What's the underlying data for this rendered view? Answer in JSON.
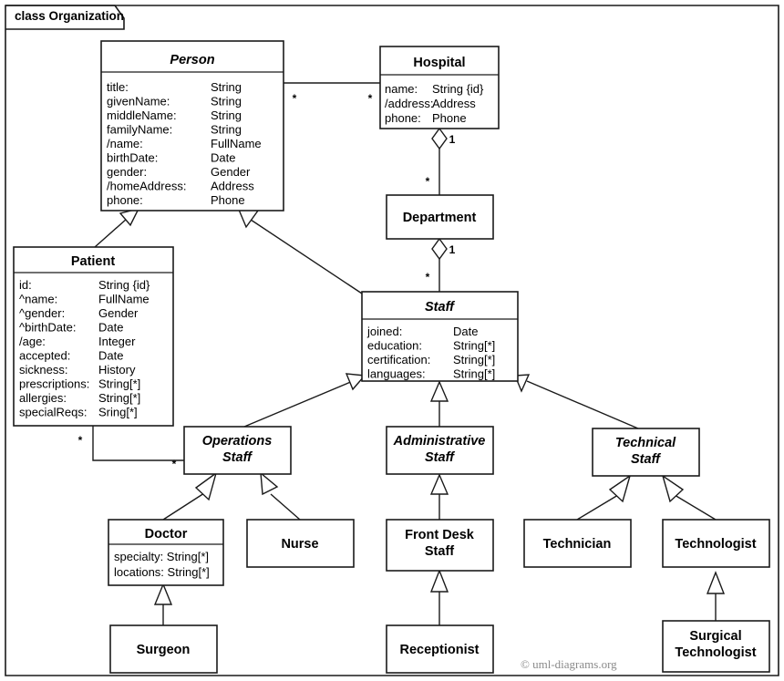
{
  "frame": {
    "label": "class Organization",
    "credit": "© uml-diagrams.org"
  },
  "classes": {
    "person": {
      "name": "Person",
      "abstract": true,
      "attributes": [
        {
          "name": "title:",
          "type": "String"
        },
        {
          "name": "givenName:",
          "type": "String"
        },
        {
          "name": "middleName:",
          "type": "String"
        },
        {
          "name": "familyName:",
          "type": "String"
        },
        {
          "name": "/name:",
          "type": "FullName"
        },
        {
          "name": "birthDate:",
          "type": "Date"
        },
        {
          "name": "gender:",
          "type": "Gender"
        },
        {
          "name": "/homeAddress:",
          "type": "Address"
        },
        {
          "name": "phone:",
          "type": "Phone"
        }
      ]
    },
    "hospital": {
      "name": "Hospital",
      "abstract": false,
      "attributes": [
        {
          "name": "name:",
          "type": "String {id}"
        },
        {
          "name": "/address:",
          "type": "Address"
        },
        {
          "name": "phone:",
          "type": "Phone"
        }
      ]
    },
    "department": {
      "name": "Department",
      "abstract": false,
      "attributes": []
    },
    "patient": {
      "name": "Patient",
      "abstract": false,
      "attributes": [
        {
          "name": "id:",
          "type": "String {id}"
        },
        {
          "name": "^name:",
          "type": "FullName"
        },
        {
          "name": "^gender:",
          "type": "Gender"
        },
        {
          "name": "^birthDate:",
          "type": "Date"
        },
        {
          "name": "/age:",
          "type": "Integer"
        },
        {
          "name": "accepted:",
          "type": "Date"
        },
        {
          "name": "sickness:",
          "type": "History"
        },
        {
          "name": "prescriptions:",
          "type": "String[*]"
        },
        {
          "name": "allergies:",
          "type": "String[*]"
        },
        {
          "name": "specialReqs:",
          "type": "Sring[*]"
        }
      ]
    },
    "staff": {
      "name": "Staff",
      "abstract": true,
      "attributes": [
        {
          "name": "joined:",
          "type": "Date"
        },
        {
          "name": "education:",
          "type": "String[*]"
        },
        {
          "name": "certification:",
          "type": "String[*]"
        },
        {
          "name": "languages:",
          "type": "String[*]"
        }
      ]
    },
    "operations_staff": {
      "name": "Operations",
      "name2": "Staff",
      "abstract": true,
      "attributes": []
    },
    "administrative_staff": {
      "name": "Administrative",
      "name2": "Staff",
      "abstract": true,
      "attributes": []
    },
    "technical_staff": {
      "name": "Technical",
      "name2": "Staff",
      "abstract": true,
      "attributes": []
    },
    "doctor": {
      "name": "Doctor",
      "abstract": false,
      "attributes": [
        {
          "name": "specialty: String[*]",
          "type": ""
        },
        {
          "name": "locations: String[*]",
          "type": ""
        }
      ]
    },
    "nurse": {
      "name": "Nurse",
      "abstract": false,
      "attributes": []
    },
    "front_desk_staff": {
      "name": "Front Desk",
      "name2": "Staff",
      "abstract": false,
      "attributes": []
    },
    "technician": {
      "name": "Technician",
      "abstract": false,
      "attributes": []
    },
    "technologist": {
      "name": "Technologist",
      "abstract": false,
      "attributes": []
    },
    "surgeon": {
      "name": "Surgeon",
      "abstract": false,
      "attributes": []
    },
    "receptionist": {
      "name": "Receptionist",
      "abstract": false,
      "attributes": []
    },
    "surgical_technologist": {
      "name": "Surgical",
      "name2": "Technologist",
      "abstract": false,
      "attributes": []
    }
  },
  "multiplicities": {
    "person_hospital_left": "*",
    "person_hospital_right": "*",
    "hospital_department_one": "1",
    "hospital_department_many": "*",
    "department_staff_one": "1",
    "department_staff_many": "*",
    "patient_ops_left": "*",
    "patient_ops_right": "*"
  },
  "colors": {
    "stroke": "#1a1a1a",
    "fill": "#ffffff",
    "credit": "#8a8a8a"
  }
}
